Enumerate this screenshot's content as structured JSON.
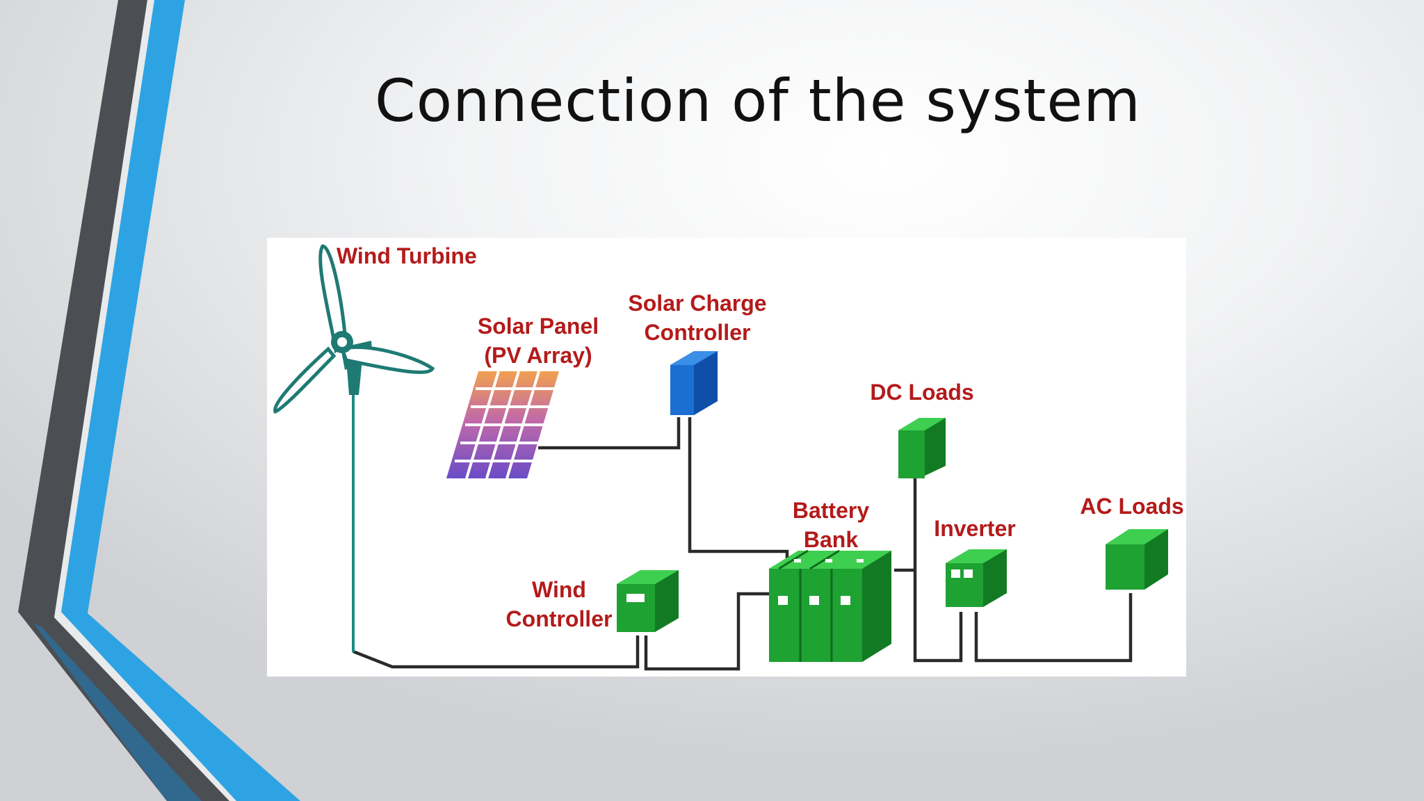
{
  "slide": {
    "title": "Connection of the system"
  },
  "theme": {
    "accent_blue": "#2ea3e3",
    "accent_dark": "#4a4d52",
    "label_color": "#b41a1a",
    "component_green": "#1ea232",
    "controller_blue": "#1a6fd1",
    "turbine_color": "#1f7a74"
  },
  "diagram": {
    "labels": {
      "wind_turbine": "Wind Turbine",
      "solar_panel_line1": "Solar Panel",
      "solar_panel_line2": "(PV Array)",
      "solar_charge_line1": "Solar Charge",
      "solar_charge_line2": "Controller",
      "dc_loads": "DC Loads",
      "battery_line1": "Battery",
      "battery_line2": "Bank",
      "inverter": "Inverter",
      "ac_loads": "AC Loads",
      "wind_controller_line1": "Wind",
      "wind_controller_line2": "Controller"
    },
    "icons": [
      "wind-turbine-icon",
      "solar-panel-icon",
      "charge-controller-icon",
      "dc-loads-icon",
      "battery-bank-icon",
      "inverter-icon",
      "ac-loads-icon",
      "wind-controller-icon"
    ]
  }
}
